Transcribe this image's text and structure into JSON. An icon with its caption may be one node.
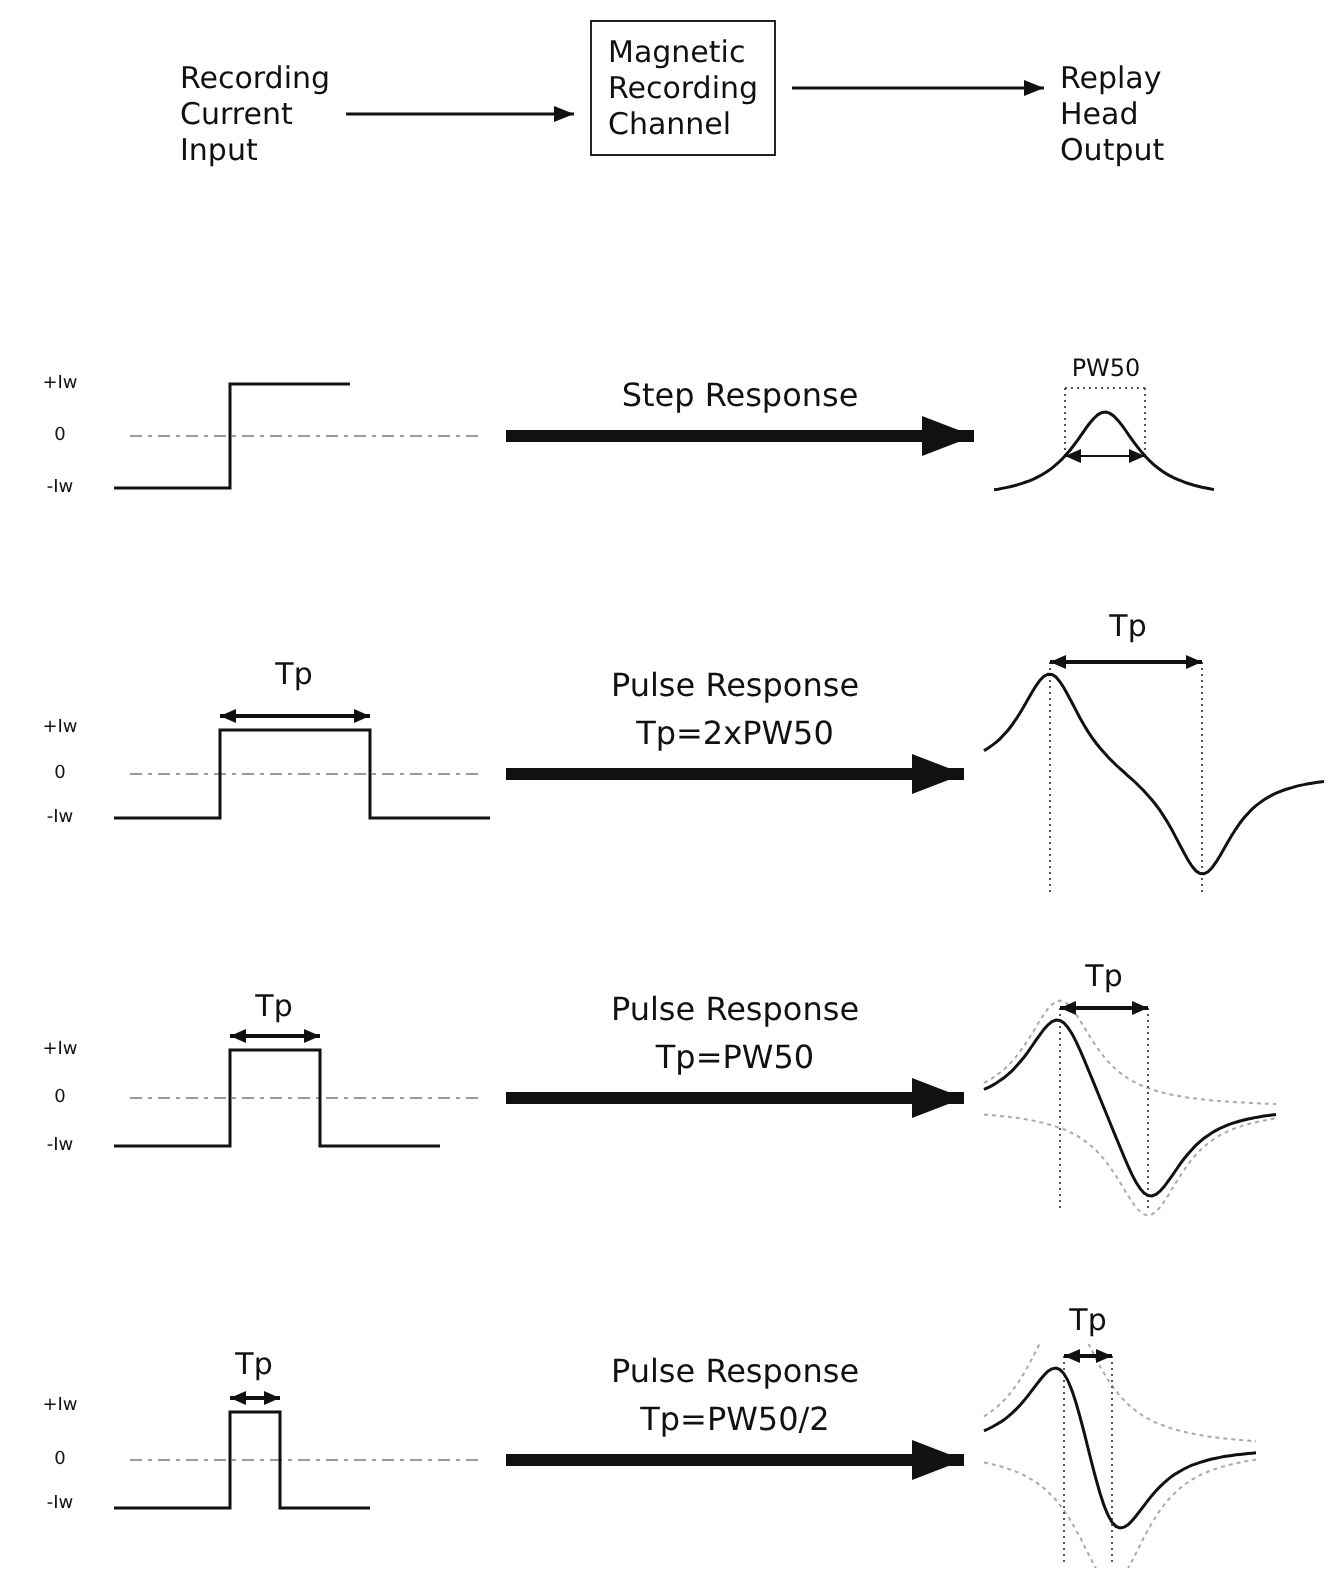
{
  "diagram": {
    "nodes": [
      {
        "text": [
          "Recording Current Input"
        ]
      },
      {
        "text": [
          "Magnetic Recording Channel"
        ]
      },
      {
        "text": [
          "Replay Head Output"
        ]
      },
      {
        "text": [],
        "shape": "picture"
      },
      {
        "text": [],
        "shape": "picture",
        "beside": [
          "PW50"
        ]
      },
      {
        "text": [],
        "shape": "picture",
        "beside": [
          "Tp"
        ]
      },
      {
        "text": [],
        "shape": "picture",
        "beside": [
          "Tp"
        ]
      },
      {
        "text": [],
        "shape": "picture",
        "beside": [
          "Tp"
        ]
      },
      {
        "text": [],
        "shape": "picture",
        "beside": [
          "Tp"
        ]
      },
      {
        "text": [],
        "shape": "picture",
        "beside": [
          "Tp"
        ]
      },
      {
        "text": [],
        "shape": "picture",
        "beside": [
          "Tp"
        ]
      }
    ],
    "edges": [
      {
        "from": 0,
        "to": 1,
        "arrow": "to"
      },
      {
        "from": 1,
        "to": 2,
        "arrow": "to"
      },
      {
        "from": 3,
        "to": 4,
        "arrow": "to",
        "label": "Step Response"
      },
      {
        "from": 5,
        "to": 6,
        "arrow": "to",
        "label": "Pulse Response Tp=2xPW50"
      },
      {
        "from": 7,
        "to": 8,
        "arrow": "to",
        "label": "Pulse Response Tp=PW50"
      },
      {
        "from": 9,
        "to": 10,
        "arrow": "to",
        "label": "Pulse Response Tp=PW50/2"
      }
    ],
    "labels": [
      "+Iw",
      "0",
      "-Iw",
      "+Iw",
      "0",
      "-Iw",
      "+Iw",
      "0",
      "-Iw",
      "+Iw",
      "0",
      "-Iw"
    ]
  }
}
